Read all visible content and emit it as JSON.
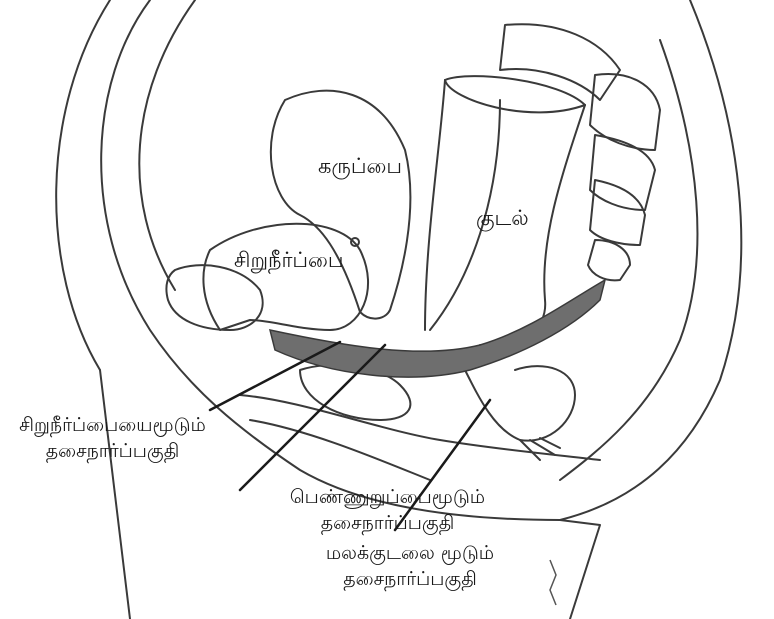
{
  "diagram": {
    "type": "anatomical-illustration",
    "subject": "Female pelvic floor, sagittal view",
    "colors": {
      "line": "#3a3a3a",
      "muscle_band": "#6e6e6e",
      "background": "#ffffff"
    },
    "organs": {
      "uterus": "கருப்பை",
      "bladder": "சிறுநீர்ப்பை",
      "bowel": "குடல்"
    },
    "callouts": [
      {
        "line1": "சிறுநீர்ப்பையைமூடும்",
        "line2": "தசைநார்ப்பகுதி"
      },
      {
        "line1": "பெண்ணுறுப்பைமூடும்",
        "line2": "தசைநார்ப்பகுதி"
      },
      {
        "line1": "மலக்குடலை மூடும்",
        "line2": "தசைநார்ப்பகுதி"
      }
    ]
  }
}
